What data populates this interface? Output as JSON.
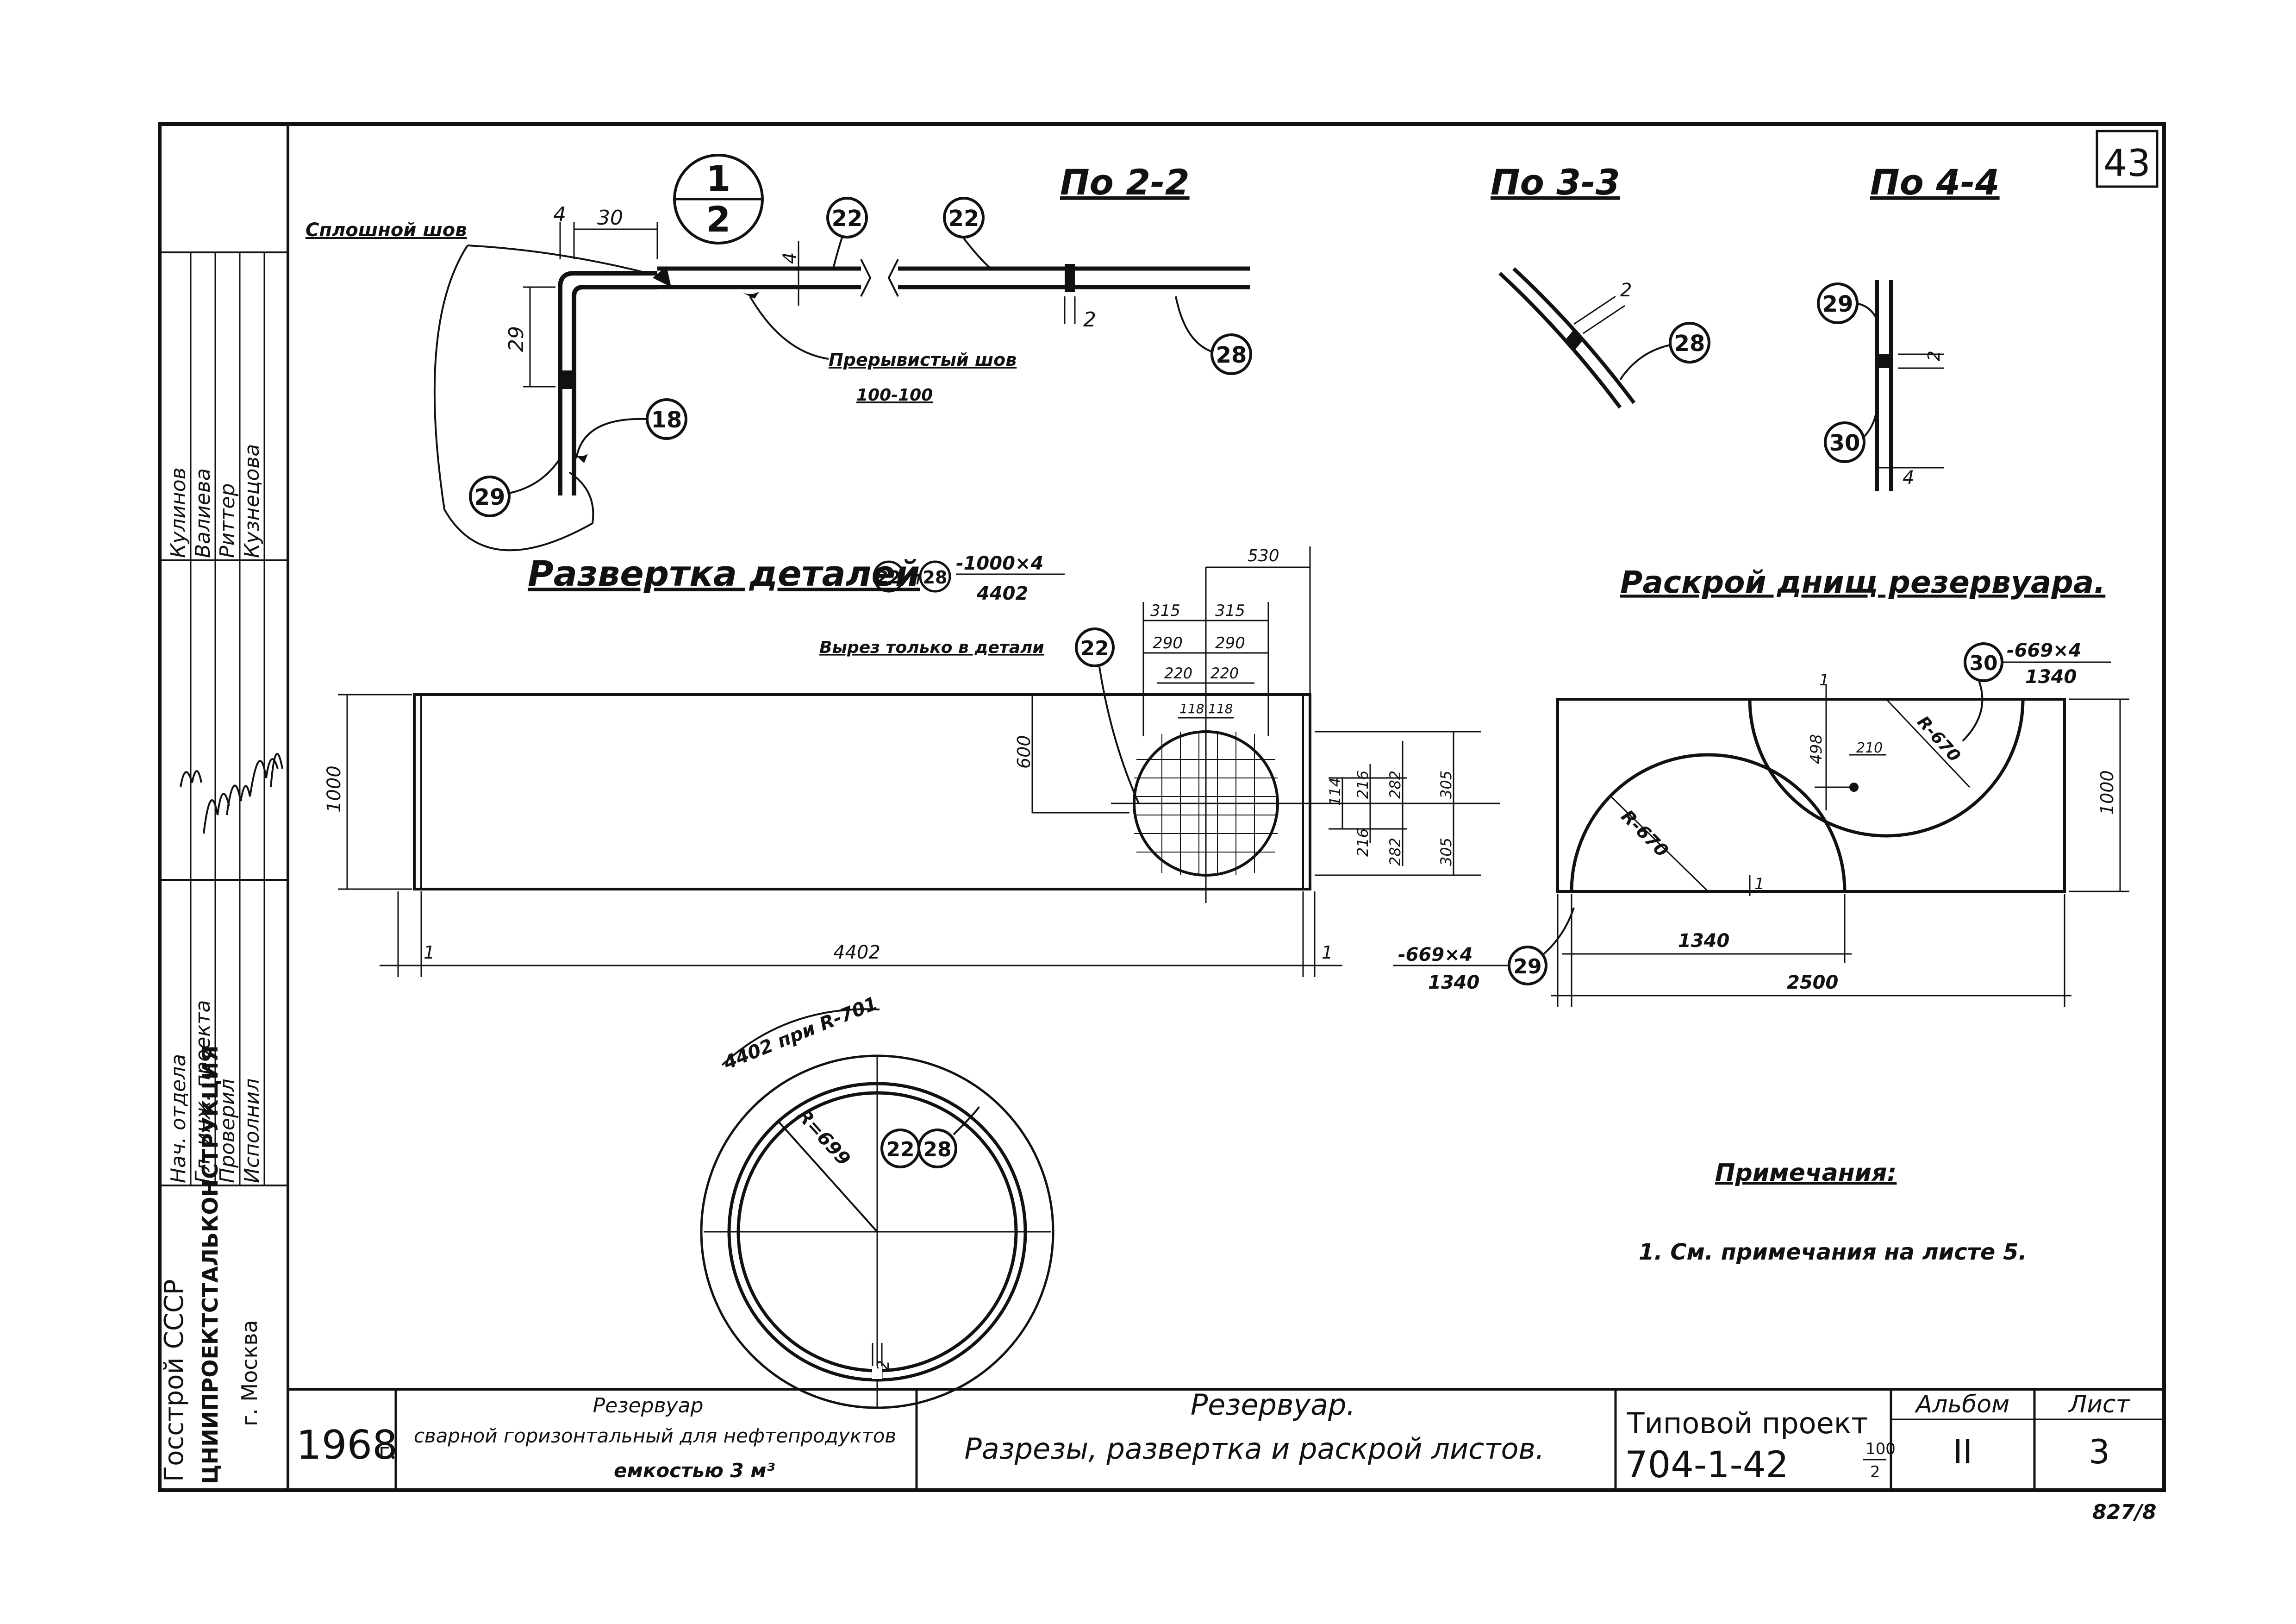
{
  "sheet": {
    "corner_number": "43",
    "bottom_code": "827/8"
  },
  "section_views": {
    "main_header": "По 2-2",
    "section_3": "По 3-3",
    "section_4": "По 4-4",
    "circle_mark_top": "1",
    "circle_mark_bottom": "2",
    "weld_solid": "Сплошной шов",
    "weld_intermittent": "Прерывистый шов",
    "weld_intermittent_spec": "100-100",
    "dims": {
      "d4": "4",
      "d30": "30",
      "d29": "29",
      "d2": "2"
    },
    "callouts": {
      "c22": "22",
      "c28": "28",
      "c18": "18",
      "c29": "29",
      "c30": "30"
    }
  },
  "development": {
    "title": "Развертка деталей",
    "title_and": "и",
    "sheet_spec_top": "-1000×4",
    "sheet_spec_bottom": "4402",
    "cutout_note": "Вырез только в детали",
    "dims": {
      "length": "4402",
      "height": "1000",
      "edge": "1",
      "d600": "600",
      "d530": "530",
      "d315": "315",
      "d290": "290",
      "d220": "220",
      "d118": "118",
      "d305": "305",
      "d282": "282",
      "d216": "216",
      "d114": "114"
    }
  },
  "ring": {
    "length_note": "4402 при R-701",
    "radius": "R=699",
    "gap": "2"
  },
  "bottoms": {
    "title": "Раскрой днищ резервуара.",
    "spec30_top": "-669×4",
    "spec30_bottom": "1340",
    "spec29_top": "-669×4",
    "spec29_bottom": "1340",
    "radius_a": "R-670",
    "radius_b": "R-670",
    "dims": {
      "d498": "498",
      "d210": "210",
      "d1340": "1340",
      "d2500": "2500",
      "d1000": "1000",
      "d1": "1"
    }
  },
  "notes": {
    "title": "Примечания:",
    "item": "1. См. примечания на листе 5."
  },
  "side_block": {
    "roles": [
      "Нач. отдела",
      "Гл. инж. проекта",
      "Проверил",
      "Исполнил"
    ],
    "names": [
      "Кулинов",
      "Валиева",
      "Риттер",
      "Кузнецова"
    ],
    "org_1": "Госстрой СССР",
    "org_2": "ЦНИИПРОЕКТСТАЛЬКОНСТРУКЦИЯ",
    "org_3": "г. Москва"
  },
  "title_block": {
    "year": "1968",
    "year_suffix": "г.",
    "object_line1": "Резервуар",
    "object_line2": "сварной горизонтальный для нефтепродуктов",
    "object_line3": "емкостью 3 м³",
    "drawing_title_line1": "Резервуар.",
    "drawing_title_line2": "Разрезы, развертка и раскрой листов.",
    "project_label": "Типовой проект",
    "project_number": "704-1-42",
    "project_suffix_top": "100",
    "project_suffix_bottom": "2",
    "album_label": "Альбом",
    "album_value": "II",
    "sheet_label": "Лист",
    "sheet_value": "3"
  }
}
